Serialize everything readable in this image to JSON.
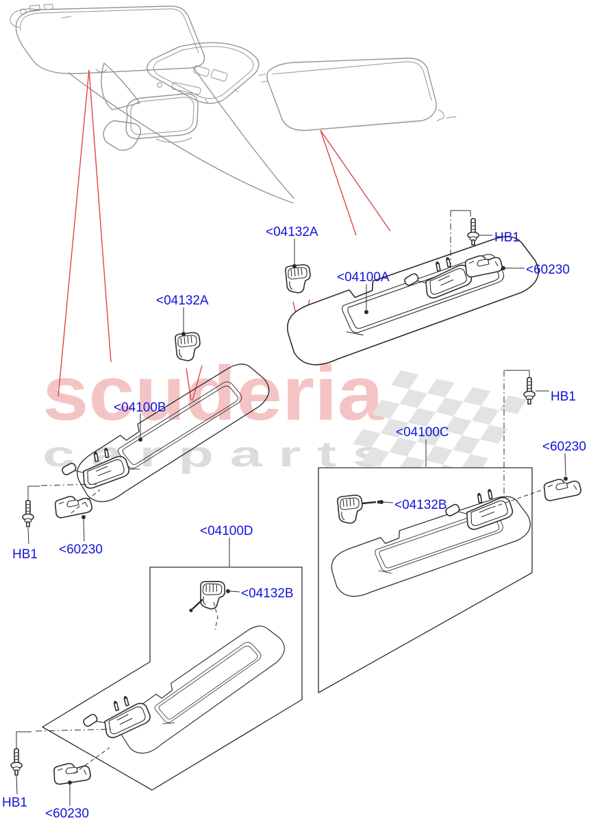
{
  "diagram": {
    "title_hint": "sun visor parts exploded diagram",
    "watermark": {
      "line1": "scuderia",
      "line2": "c a r   p a r t s"
    },
    "colors": {
      "label-blue": "#1212dd",
      "leader-red": "#e04343",
      "line-dark": "#2b2b2b",
      "line-gray": "#939393",
      "wm-pink": "#f4c4c4",
      "wm-gray": "#dcdcdc",
      "flag-gray": "#e3e3e3"
    },
    "labels": {
      "visor_a": "<04100A",
      "visor_b": "<04100B",
      "visor_c": "<04100C",
      "visor_d": "<04100D",
      "clip_a": "<04132A",
      "clip_b": "<04132B",
      "screw": "HB1",
      "bracket": "<60230"
    },
    "parts": [
      {
        "code": "<04100A",
        "kind": "sun visor"
      },
      {
        "code": "<04100B",
        "kind": "sun visor"
      },
      {
        "code": "<04100C",
        "kind": "sun visor (boxed option)"
      },
      {
        "code": "<04100D",
        "kind": "sun visor (boxed option)"
      },
      {
        "code": "<04132A",
        "kind": "visor retaining clip"
      },
      {
        "code": "<04132B",
        "kind": "visor retaining clip with pin"
      },
      {
        "code": "HB1",
        "kind": "screw"
      },
      {
        "code": "<60230",
        "kind": "mounting bracket plate"
      }
    ]
  }
}
